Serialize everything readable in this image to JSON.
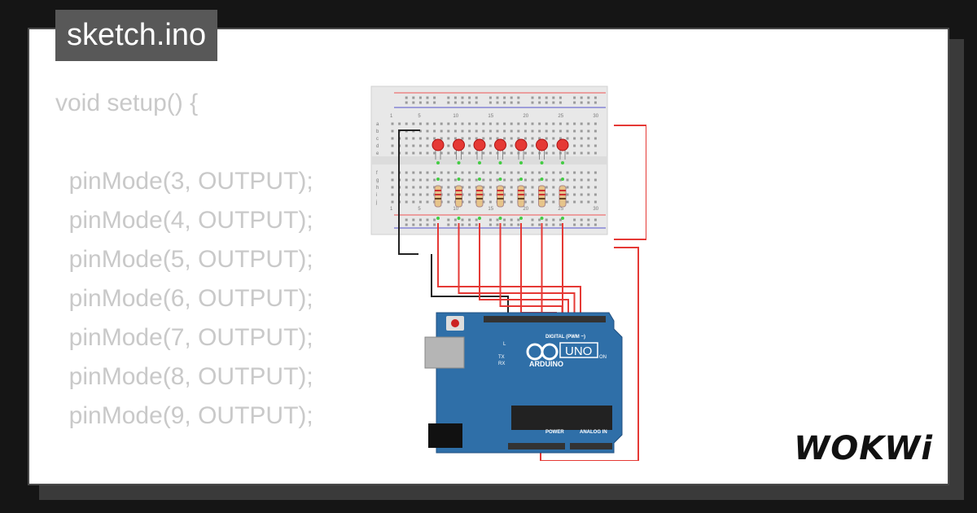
{
  "title": "sketch.ino",
  "code_lines": [
    "void setup() {",
    "",
    "  pinMode(3, OUTPUT);",
    "  pinMode(4, OUTPUT);",
    "  pinMode(5, OUTPUT);",
    "  pinMode(6, OUTPUT);",
    "  pinMode(7, OUTPUT);",
    "  pinMode(8, OUTPUT);",
    "  pinMode(9, OUTPUT);",
    "",
    "}"
  ],
  "breadboard": {
    "column_numbers": [
      "1",
      "5",
      "10",
      "15",
      "20",
      "25",
      "30"
    ],
    "row_letters_top": [
      "a",
      "b",
      "c",
      "d",
      "e"
    ],
    "row_letters_bottom": [
      "f",
      "g",
      "h",
      "i",
      "j"
    ],
    "led_count": 7,
    "led_color": "#e53935",
    "wire_red": "#e53935",
    "wire_black": "#222222"
  },
  "arduino": {
    "logo_text": "ARDUINO",
    "model": "UNO",
    "digital_label": "DIGITAL (PWM ~)",
    "power_label": "POWER",
    "analog_label": "ANALOG IN",
    "on_label": "ON",
    "l_label": "L",
    "tx_label": "TX",
    "rx_label": "RX",
    "board_color": "#2f6fa8"
  },
  "brand": "WOKWi"
}
